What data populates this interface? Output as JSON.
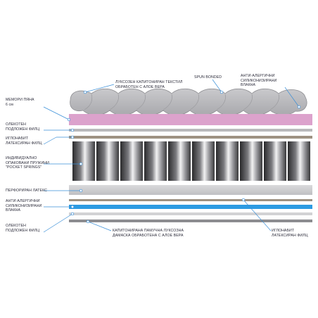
{
  "labels": {
    "top_textile": "ЛУКСОЗЕН КАПИТОНИРАН ТЕКСТИЛ\nОБРАБОТЕН С АЛОЕ ВЕРА",
    "spun_bonded": "SPUN BONDED",
    "anti_allergic_top": "АНТИ-АЛЕРГИЧНИ\nСИЛИКОНИЗИРАНИ\nВЛАКНА",
    "memory_foam": "МЕМОРИ ПЯНА\n6 см",
    "light_felt": "ОЛЕКОТЕН\nПОДЛОЖЕН ФИЛЦ",
    "needle_felt": "ИГЛОНАБИТ\nЛАТЕКСИРАН ФИЛЦ",
    "pocket_springs": "ИНДИВИДУАЛНО\nОПАКОВАНИ ПРУЖИНИ\n\"POCKET SPRINGS\"",
    "perforated_latex": "ПЕРФОРИРАН ЛАТЕКС",
    "anti_allergic_bottom": "АНТИ-АЛЕРГИЧНИ\nСИЛИКОНИЗИРАНИ\nВЛАКНА",
    "light_felt_bottom": "ОЛЕКОТЕН\nПОДЛОЖЕН ФИЛЦ",
    "cotton_damask": "КАПИТОНИРАНА ПАМУЧНА ЛУКСОЗНА\nДАМАСКА ОБРАБОТЕНА С АЛОЕ ВЕРА",
    "needle_felt_bottom": "ИГЛОНАБИТ\nЛАТЕКСИРАН ФИЛЦ"
  },
  "colors": {
    "leader": "#3a8fd8",
    "memory_foam": "#dca2cc",
    "felt": "#b9b9bb",
    "needle_felt": "#9e9282",
    "latex": "#cfcfd1",
    "blue_fiber": "#2d9be2",
    "quilt": "#bdbdc0"
  }
}
